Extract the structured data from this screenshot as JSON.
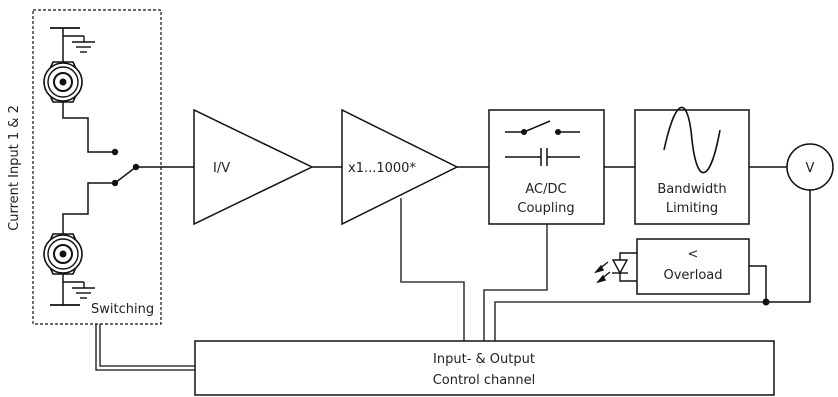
{
  "labels": {
    "input_side": "Current Input 1 & 2",
    "switching": "Switching",
    "iv": "I/V",
    "gain": "x1...1000*",
    "coupling_line1": "AC/DC",
    "coupling_line2": "Coupling",
    "bandwidth_line1": "Bandwidth",
    "bandwidth_line2": "Limiting",
    "voltmeter": "V",
    "overload_symbol": "<",
    "overload": "Overload",
    "control_line1": "Input- & Output",
    "control_line2": "Control channel"
  }
}
